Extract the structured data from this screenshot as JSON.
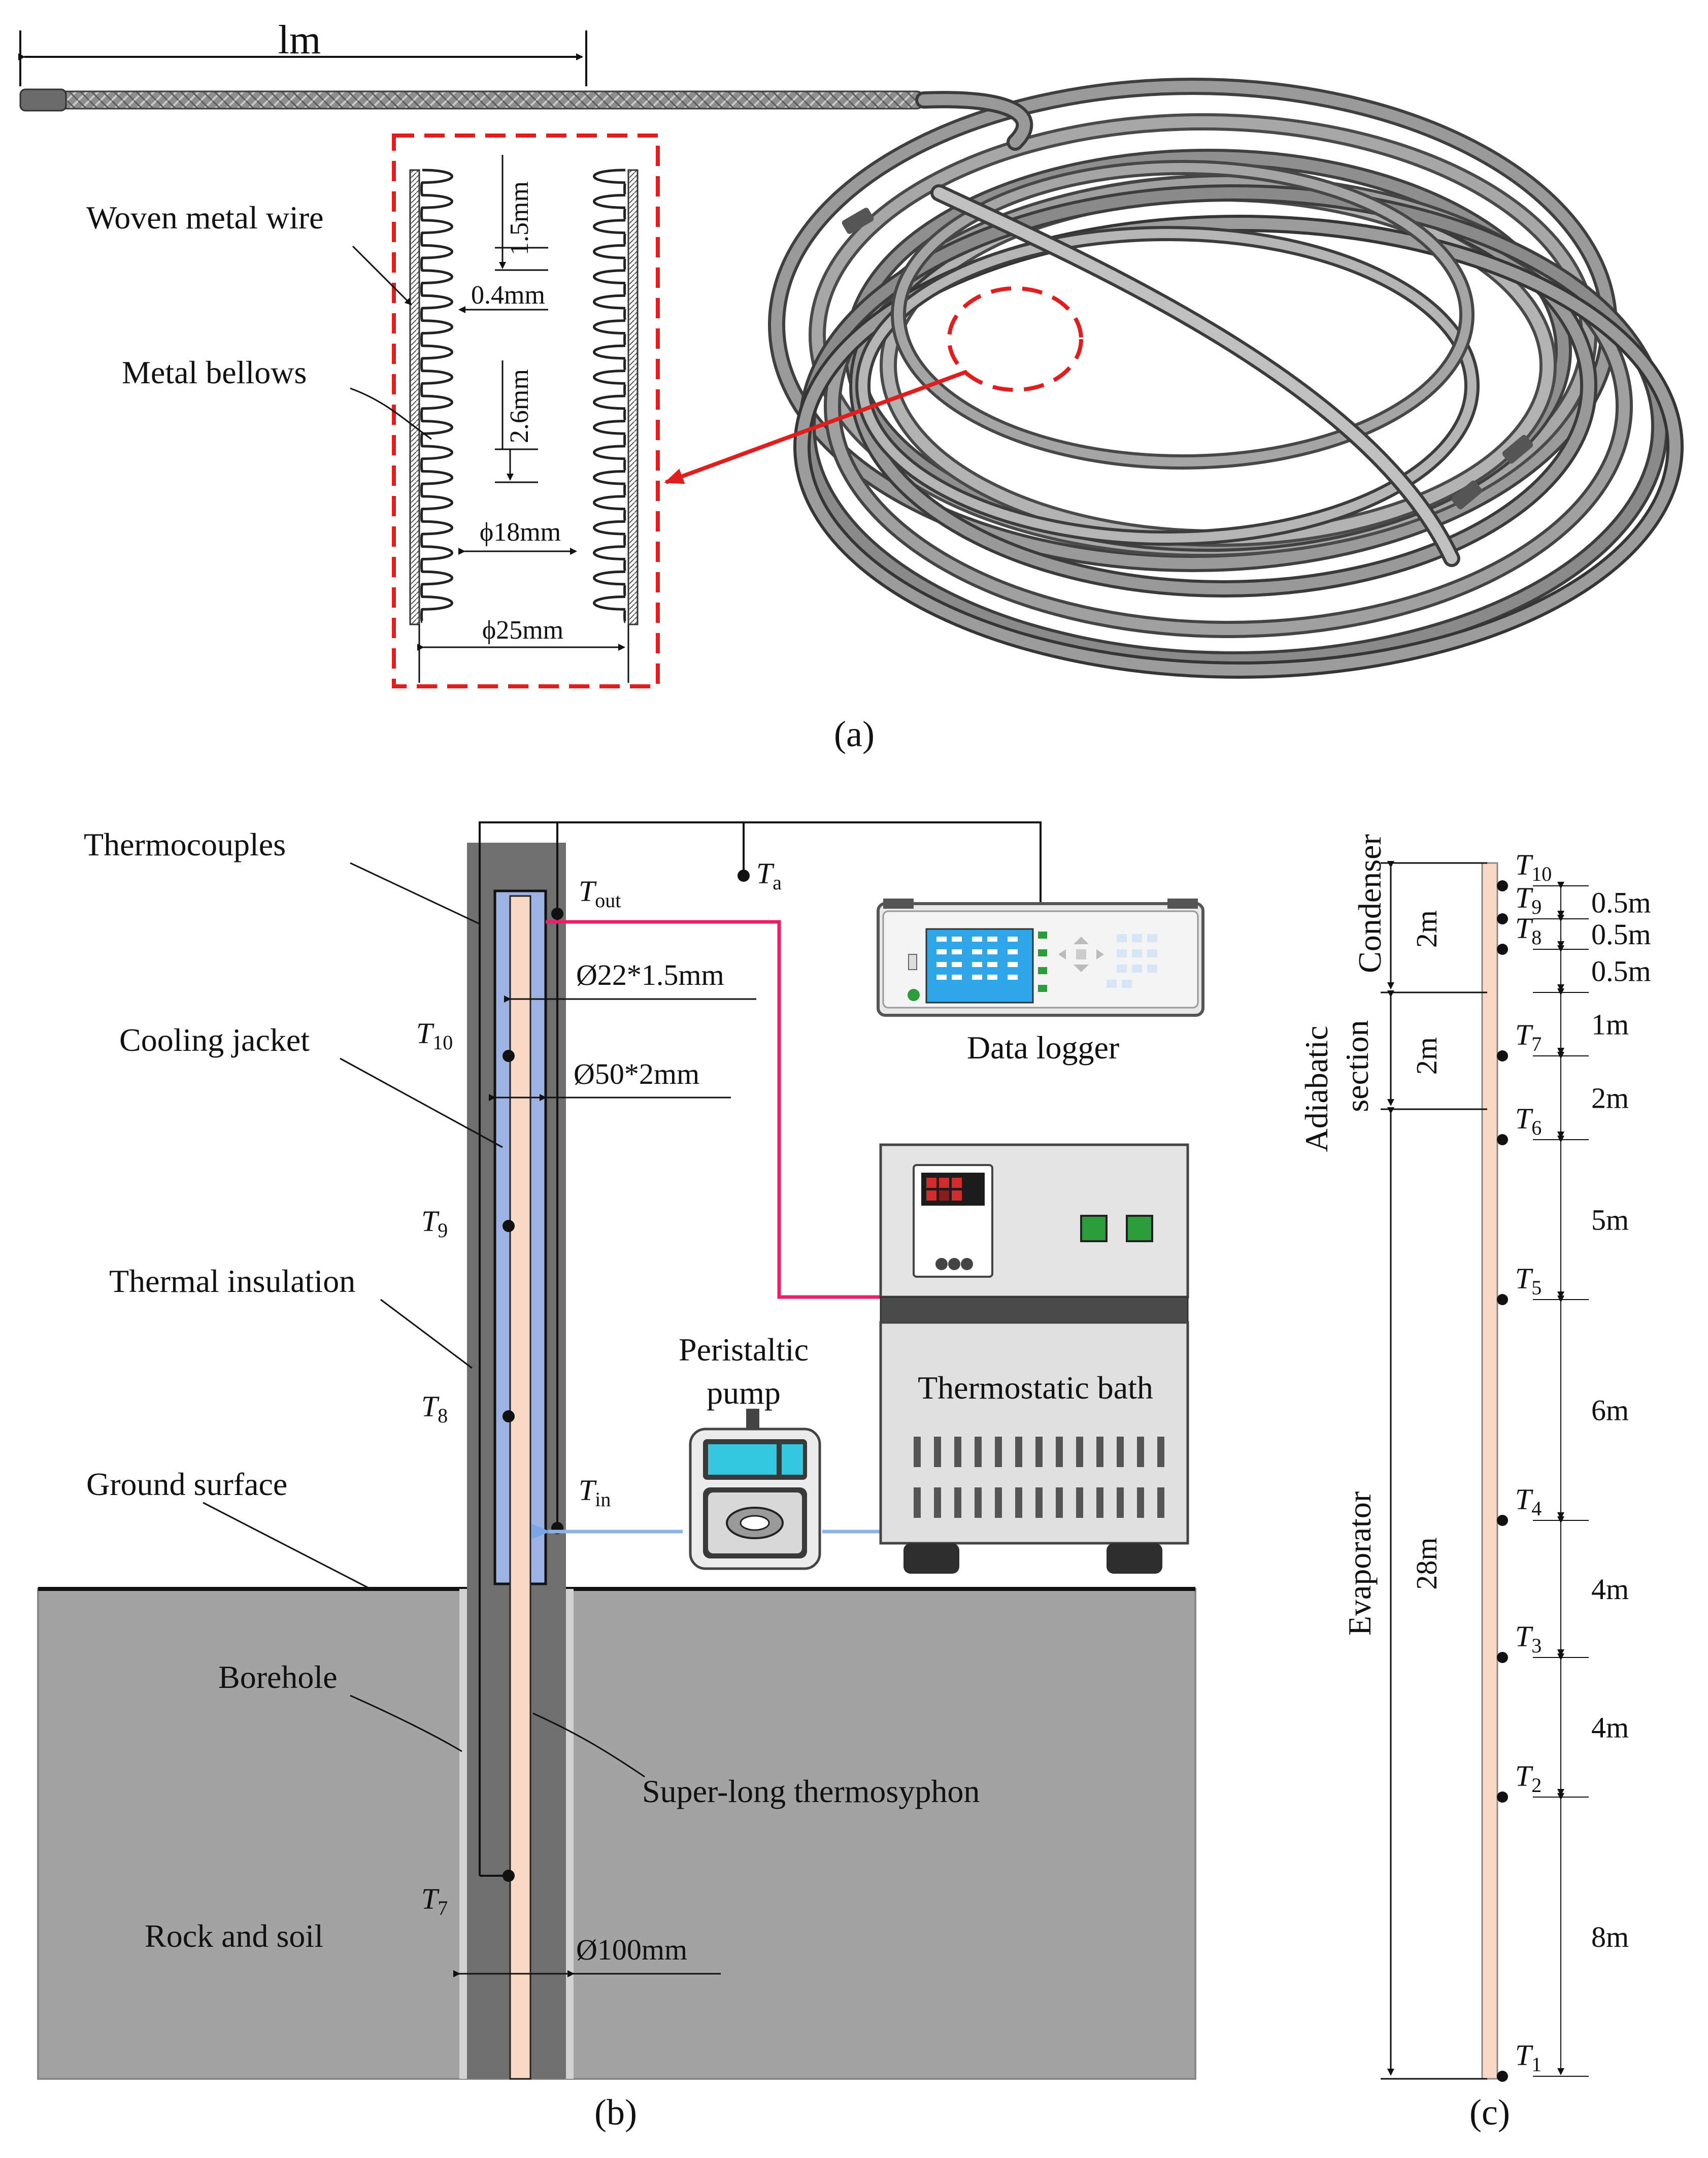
{
  "panel_a": {
    "scale_label": "lm",
    "callouts": {
      "woven_wire": "Woven metal wire",
      "bellows": "Metal bellows"
    },
    "dimensions": {
      "pitch": "1.5mm",
      "thickness": "0.4mm",
      "depth": "2.6mm",
      "inner_diameter": "ϕ18mm",
      "outer_diameter": "ϕ25mm"
    },
    "caption": "(a)"
  },
  "panel_b": {
    "labels": {
      "thermocouples": "Thermocouples",
      "cooling_jacket": "Cooling jacket",
      "thermal_insulation": "Thermal insulation",
      "ground_surface": "Ground surface",
      "borehole": "Borehole",
      "rock_soil": "Rock and soil",
      "thermosyphon": "Super-long  thermosyphon",
      "data_logger": "Data logger",
      "peristaltic_pump_1": "Peristaltic",
      "peristaltic_pump_2": "pump",
      "thermostatic_bath": "Thermostatic bath"
    },
    "dimensions": {
      "pipe": "Ø22*1.5mm",
      "jacket": "Ø50*2mm",
      "borehole": "Ø100mm"
    },
    "sensors": {
      "t_out_main": "T",
      "t_out_sub": "out",
      "t_a_main": "T",
      "t_a_sub": "a",
      "t_in_main": "T",
      "t_in_sub": "in",
      "t10_main": "T",
      "t10_sub": "10",
      "t9_main": "T",
      "t9_sub": "9",
      "t8_main": "T",
      "t8_sub": "8",
      "t7_main": "T",
      "t7_sub": "7"
    },
    "colors": {
      "supply_line": "#e8206a",
      "return_line": "#8fb2e6",
      "jacket": "#9db3e6",
      "pipe": "#f9d9c6"
    },
    "caption": "(b)"
  },
  "panel_c": {
    "sections": {
      "condenser": "Condenser",
      "adiabatic_1": "Adiabatic",
      "adiabatic_2": "section",
      "evaporator": "Evaporator"
    },
    "section_lengths": {
      "condenser": "2m",
      "adiabatic": "2m",
      "evaporator": "28m"
    },
    "sensors": [
      {
        "main": "T",
        "sub": "10"
      },
      {
        "main": "T",
        "sub": "9"
      },
      {
        "main": "T",
        "sub": "8"
      },
      {
        "main": "T",
        "sub": "7"
      },
      {
        "main": "T",
        "sub": "6"
      },
      {
        "main": "T",
        "sub": "5"
      },
      {
        "main": "T",
        "sub": "4"
      },
      {
        "main": "T",
        "sub": "3"
      },
      {
        "main": "T",
        "sub": "2"
      },
      {
        "main": "T",
        "sub": "1"
      }
    ],
    "spacings": [
      "0.5m",
      "0.5m",
      "0.5m",
      "1m",
      "2m",
      "5m",
      "6m",
      "4m",
      "4m",
      "8m"
    ],
    "caption": "(c)"
  }
}
